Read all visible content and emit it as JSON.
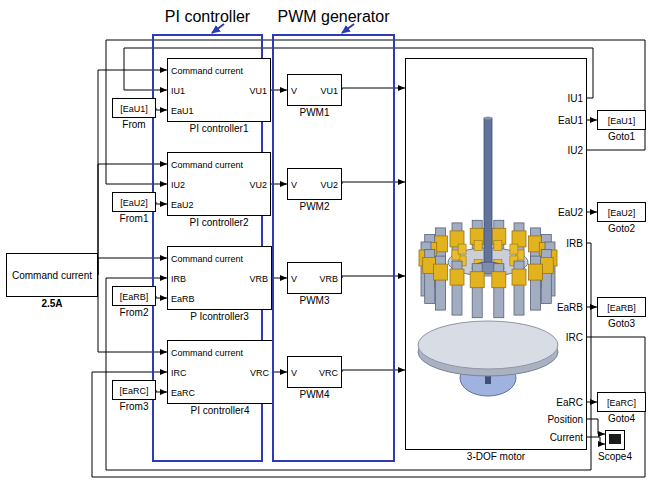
{
  "diagram": {
    "nodes": [
      {
        "text": [
          "Command current",
          "2.5A"
        ]
      },
      {
        "text": [
          "PI controller"
        ]
      },
      {
        "text": [
          "Command current",
          "IU1",
          "EaU1",
          "VU1",
          "PI controller1"
        ],
        "in": 1
      },
      {
        "text": [
          "Command current",
          "IU2",
          "EaU2",
          "VU2",
          "PI controller2"
        ],
        "in": 1
      },
      {
        "text": [
          "Command current",
          "IRB",
          "EaRB",
          "VRB",
          "P Icontroller3"
        ],
        "in": 1
      },
      {
        "text": [
          "Command current",
          "IRC",
          "EaRC",
          "VRC",
          "PI controller4"
        ],
        "in": 1
      },
      {
        "text": [
          "PWM generator"
        ]
      },
      {
        "text": [
          "V",
          "VU1",
          "PWM1"
        ],
        "in": 6
      },
      {
        "text": [
          "V",
          "VU2",
          "PWM2"
        ],
        "in": 6
      },
      {
        "text": [
          "V",
          "VRB",
          "PWM3"
        ],
        "in": 6
      },
      {
        "text": [
          "V",
          "VRC",
          "PWM4"
        ],
        "in": 6
      },
      {
        "text": [
          "IU1",
          "EaU1",
          "IU2",
          "EaU2",
          "IRB",
          "EaRB",
          "IRC",
          "EaRC",
          "Position",
          "Current",
          "3-DOF motor"
        ]
      },
      {
        "text": [
          "[EaU1]",
          "Goto1"
        ]
      },
      {
        "text": [
          "[EaU2]",
          "Goto2"
        ]
      },
      {
        "text": [
          "[EaRB]",
          "Goto3"
        ]
      },
      {
        "text": [
          "[EaRC]",
          "Goto4"
        ]
      },
      {
        "text": [
          "Scope4"
        ]
      },
      {
        "text": [
          "[EaU1]",
          "From"
        ]
      },
      {
        "text": [
          "[EaU2]",
          "From1"
        ]
      },
      {
        "text": [
          "[EaRB]",
          "From2"
        ]
      },
      {
        "text": [
          "[EaRC]",
          "From3"
        ]
      }
    ],
    "edges": [
      {
        "from": 0,
        "to": 2,
        "arrow": "to"
      },
      {
        "from": 0,
        "to": 3,
        "arrow": "to"
      },
      {
        "from": 0,
        "to": 4,
        "arrow": "to"
      },
      {
        "from": 0,
        "to": 5,
        "arrow": "to"
      },
      {
        "from": 17,
        "to": 2,
        "arrow": "to"
      },
      {
        "from": 18,
        "to": 3,
        "arrow": "to"
      },
      {
        "from": 19,
        "to": 4,
        "arrow": "to"
      },
      {
        "from": 20,
        "to": 5,
        "arrow": "to"
      },
      {
        "from": 2,
        "to": 7,
        "arrow": "to"
      },
      {
        "from": 3,
        "to": 8,
        "arrow": "to"
      },
      {
        "from": 4,
        "to": 9,
        "arrow": "to"
      },
      {
        "from": 5,
        "to": 10,
        "arrow": "to"
      },
      {
        "from": 7,
        "to": 11,
        "arrow": "to"
      },
      {
        "from": 8,
        "to": 11,
        "arrow": "to"
      },
      {
        "from": 9,
        "to": 11,
        "arrow": "to"
      },
      {
        "from": 10,
        "to": 11,
        "arrow": "to"
      },
      {
        "from": 11,
        "to": 12,
        "arrow": "to"
      },
      {
        "from": 11,
        "to": 13,
        "arrow": "to"
      },
      {
        "from": 11,
        "to": 14,
        "arrow": "to"
      },
      {
        "from": 11,
        "to": 15,
        "arrow": "to"
      },
      {
        "from": 11,
        "to": 16,
        "arrow": "to"
      },
      {
        "from": 11,
        "to": 16,
        "arrow": "to"
      },
      {
        "from": 11,
        "to": 2,
        "arrow": "to"
      },
      {
        "from": 11,
        "to": 3,
        "arrow": "to"
      },
      {
        "from": 11,
        "to": 4,
        "arrow": "to"
      },
      {
        "from": 11,
        "to": 5,
        "arrow": "to"
      }
    ]
  }
}
